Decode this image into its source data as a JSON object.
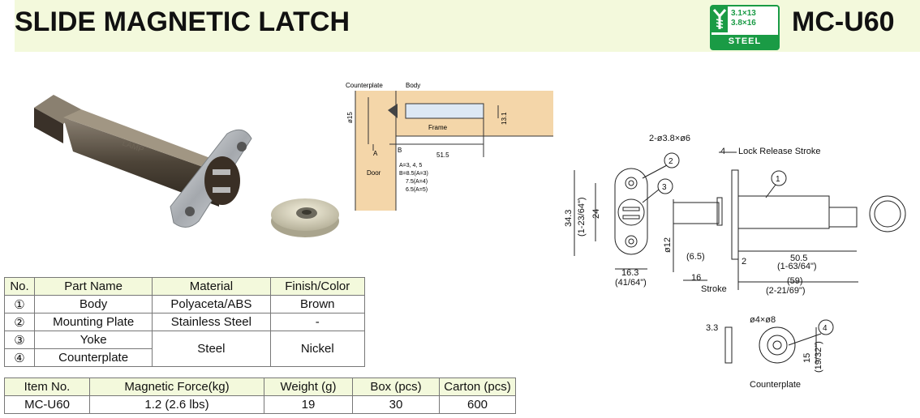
{
  "header": {
    "title": "SLIDE MAGNETIC LATCH",
    "model": "MC-U60",
    "screw_sizes": [
      "3.1×13",
      "3.8×16"
    ],
    "material_badge": "STEEL",
    "accent_color": "#f3f9dc",
    "badge_color": "#1a9b45"
  },
  "install_diagram": {
    "labels": {
      "counterplate": "Counterplate",
      "body": "Body",
      "frame": "Frame",
      "door": "Door",
      "dim_a": "A",
      "dim_b": "B",
      "dia15": "ø15",
      "len515": "51.5",
      "dim131": "13.1",
      "note1": "A=3, 4, 5",
      "note2": "B=8.5(A=3)",
      "note3": "7.5(A=4)",
      "note4": "6.5(A=5)"
    }
  },
  "dimension_diagram": {
    "labels": {
      "holes": "2-ø3.8×ø6",
      "lock_release": "4",
      "lock_release_text": "Lock Release Stroke",
      "c1": "1",
      "c2": "2",
      "c3": "3",
      "c4": "4",
      "d343": "34.3",
      "d343in": "(1-23/64\")",
      "d24": "24",
      "d12": "ø12",
      "d65": "(6.5)",
      "d2": "2",
      "d505": "50.5",
      "d505in": "(1-63/64\")",
      "d163": "16.3",
      "d163in": "(41/64\")",
      "d16": "16",
      "stroke": "Stroke",
      "d59": "(59)",
      "d59in": "(2-21/69\")",
      "d33": "3.3",
      "d4x8": "ø4×ø8",
      "d15": "15",
      "d15in": "(19/32\")",
      "counterplate": "Counterplate"
    }
  },
  "parts_table": {
    "headers": [
      "No.",
      "Part Name",
      "Material",
      "Finish/Color"
    ],
    "rows": [
      {
        "no": "①",
        "name": "Body",
        "material": "Polyaceta/ABS",
        "finish": "Brown"
      },
      {
        "no": "②",
        "name": "Mounting Plate",
        "material": "Stainless Steel",
        "finish": "-"
      },
      {
        "no": "③",
        "name": "Yoke",
        "material": "Steel",
        "finish": "Nickel"
      },
      {
        "no": "④",
        "name": "Counterplate"
      }
    ]
  },
  "spec_table": {
    "headers": [
      "Item No.",
      "Magnetic Force(kg)",
      "Weight (g)",
      "Box (pcs)",
      "Carton (pcs)"
    ],
    "rows": [
      {
        "item": "MC-U60",
        "force": "1.2 (2.6 lbs)",
        "weight": "19",
        "box": "30",
        "carton": "600"
      }
    ]
  }
}
